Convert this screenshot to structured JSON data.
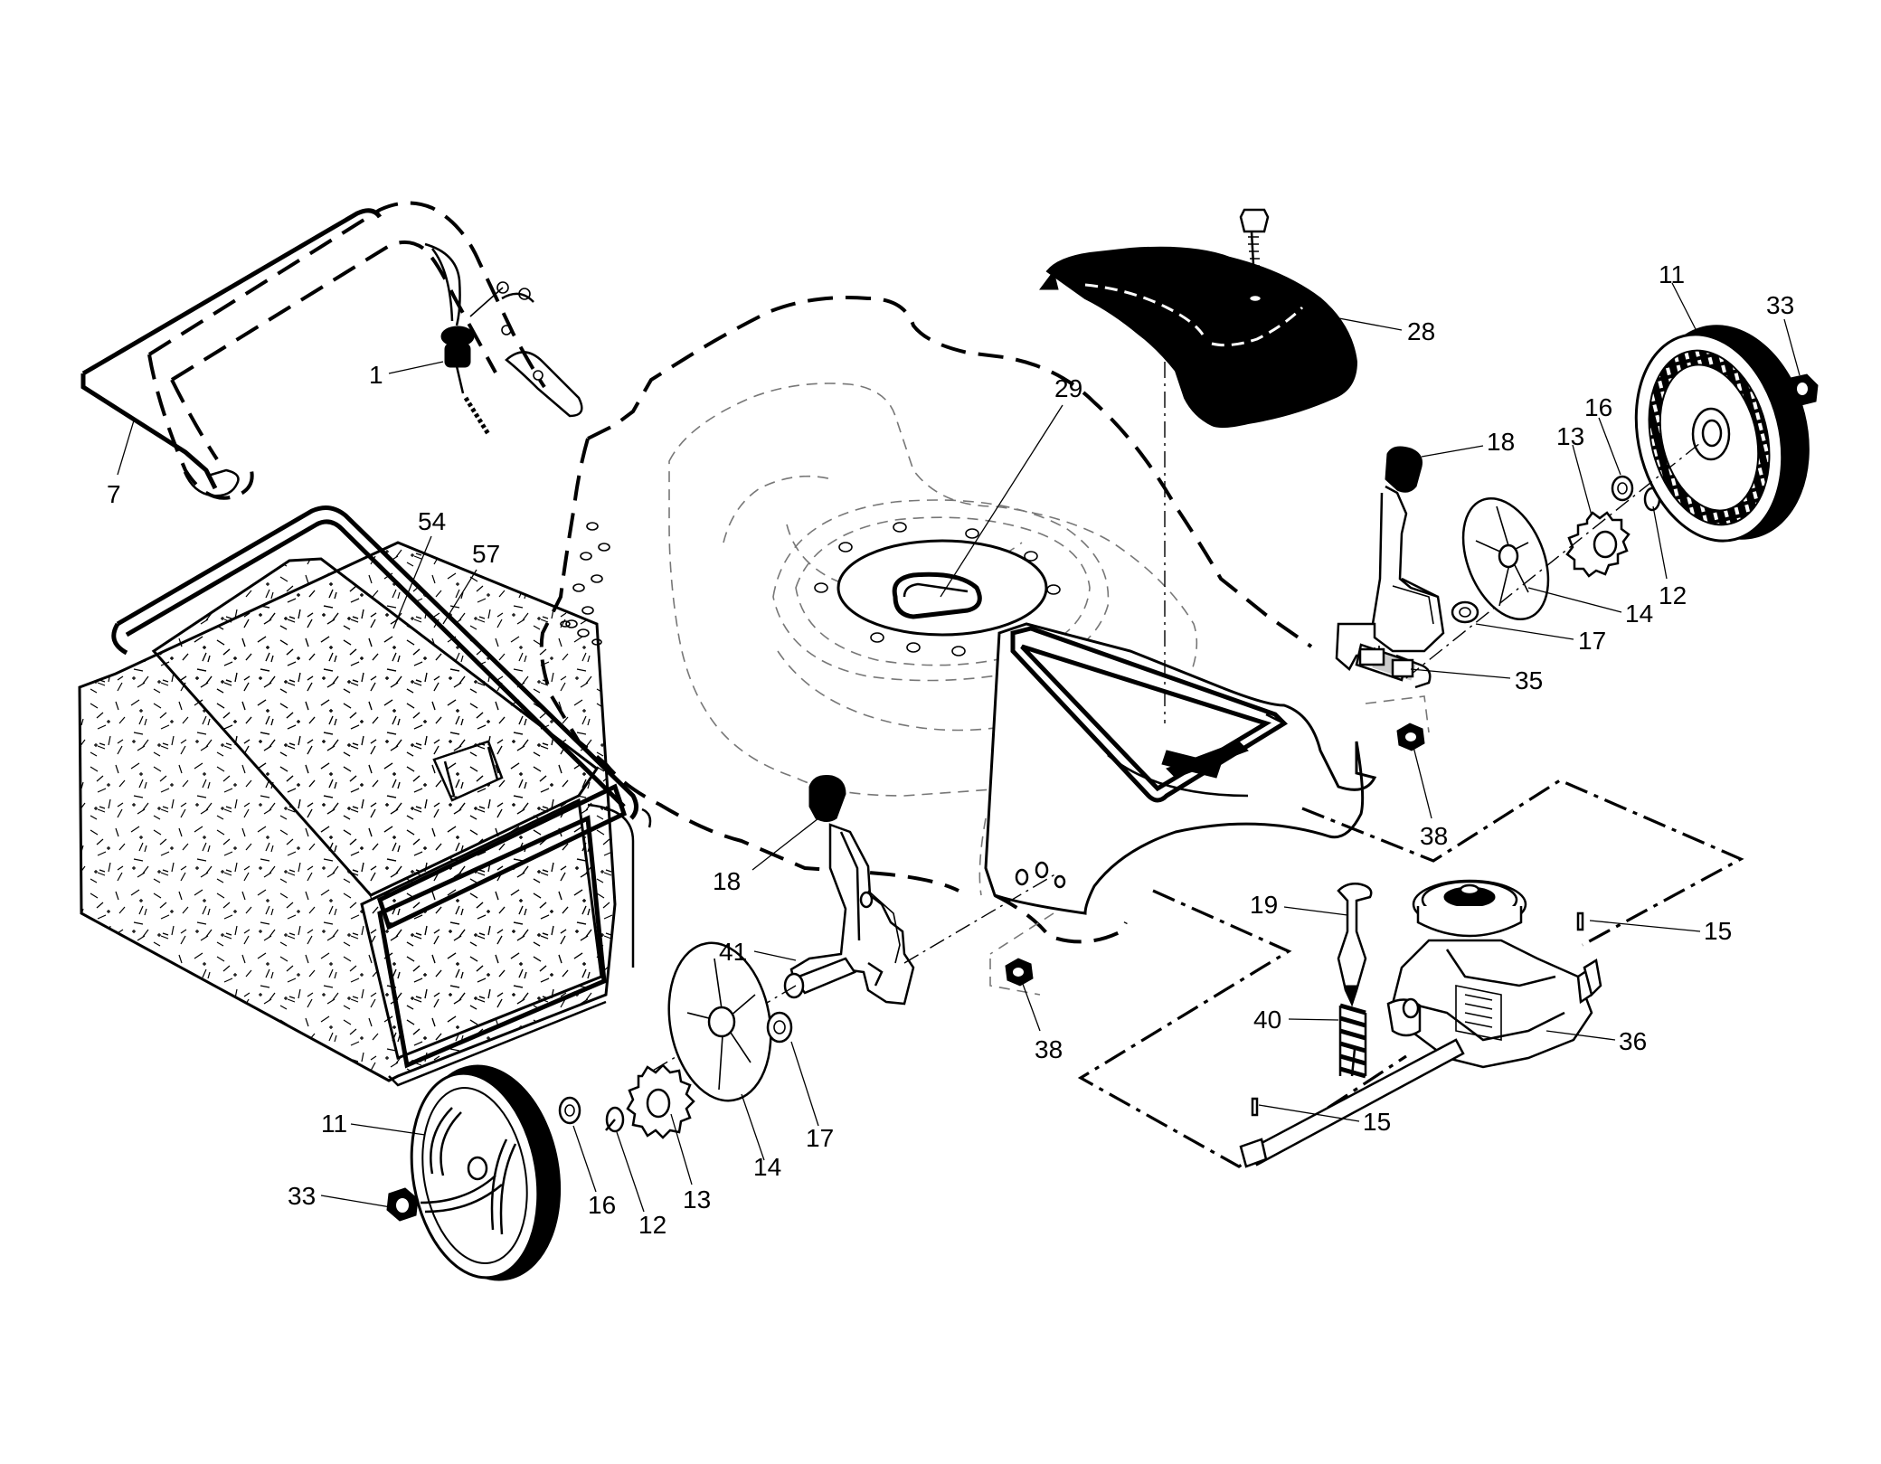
{
  "callouts": {
    "c1": "1",
    "c7": "7",
    "c54": "54",
    "c57": "57",
    "c29": "29",
    "c28": "28",
    "c11_top": "11",
    "c33_top": "33",
    "c16_top": "16",
    "c13_top": "13",
    "c18_top": "18",
    "c12_top": "12",
    "c14_top": "14",
    "c17_top": "17",
    "c35": "35",
    "c38_right": "38",
    "c18_left": "18",
    "c41": "41",
    "c38_mid": "38",
    "c19": "19",
    "c40": "40",
    "c15_top": "15",
    "c36": "36",
    "c15_bottom": "15",
    "c11_bottom": "11",
    "c33_bottom": "33",
    "c16_bottom": "16",
    "c12_bottom": "12",
    "c13_bottom": "13",
    "c14_bottom": "14",
    "c17_bottom": "17"
  }
}
